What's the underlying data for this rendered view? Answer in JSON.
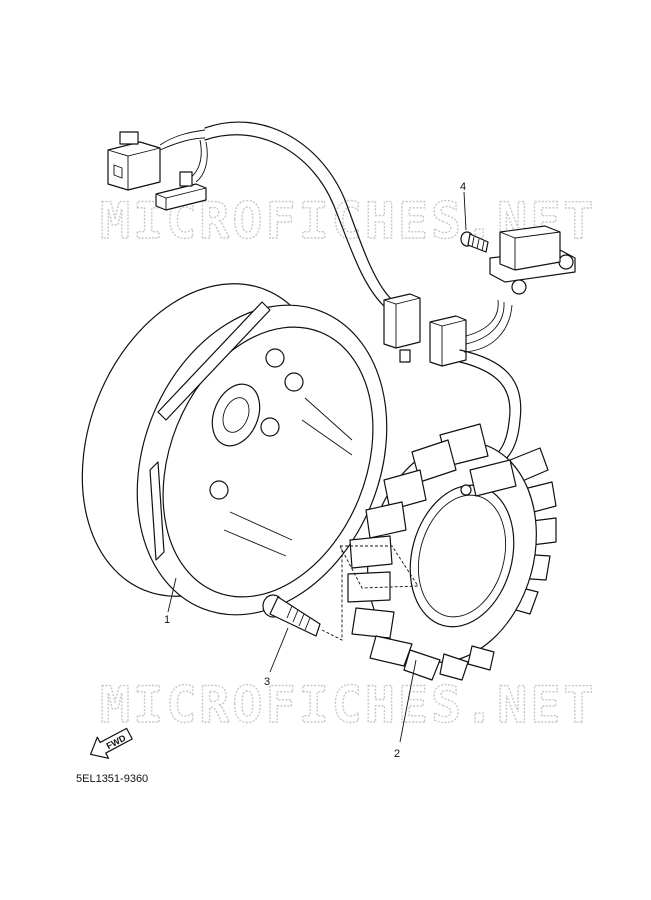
{
  "watermark": "MICROFICHES.NET",
  "diagram_code": "5EL1351-9360",
  "fwd_label": "FWD",
  "callouts": [
    "1",
    "2",
    "3",
    "4"
  ],
  "parts": {
    "1": "rotor-flywheel",
    "2": "stator-assembly",
    "3": "bolt",
    "4": "screw"
  },
  "icons": {
    "fwd_arrow": "fwd-arrow-icon"
  }
}
